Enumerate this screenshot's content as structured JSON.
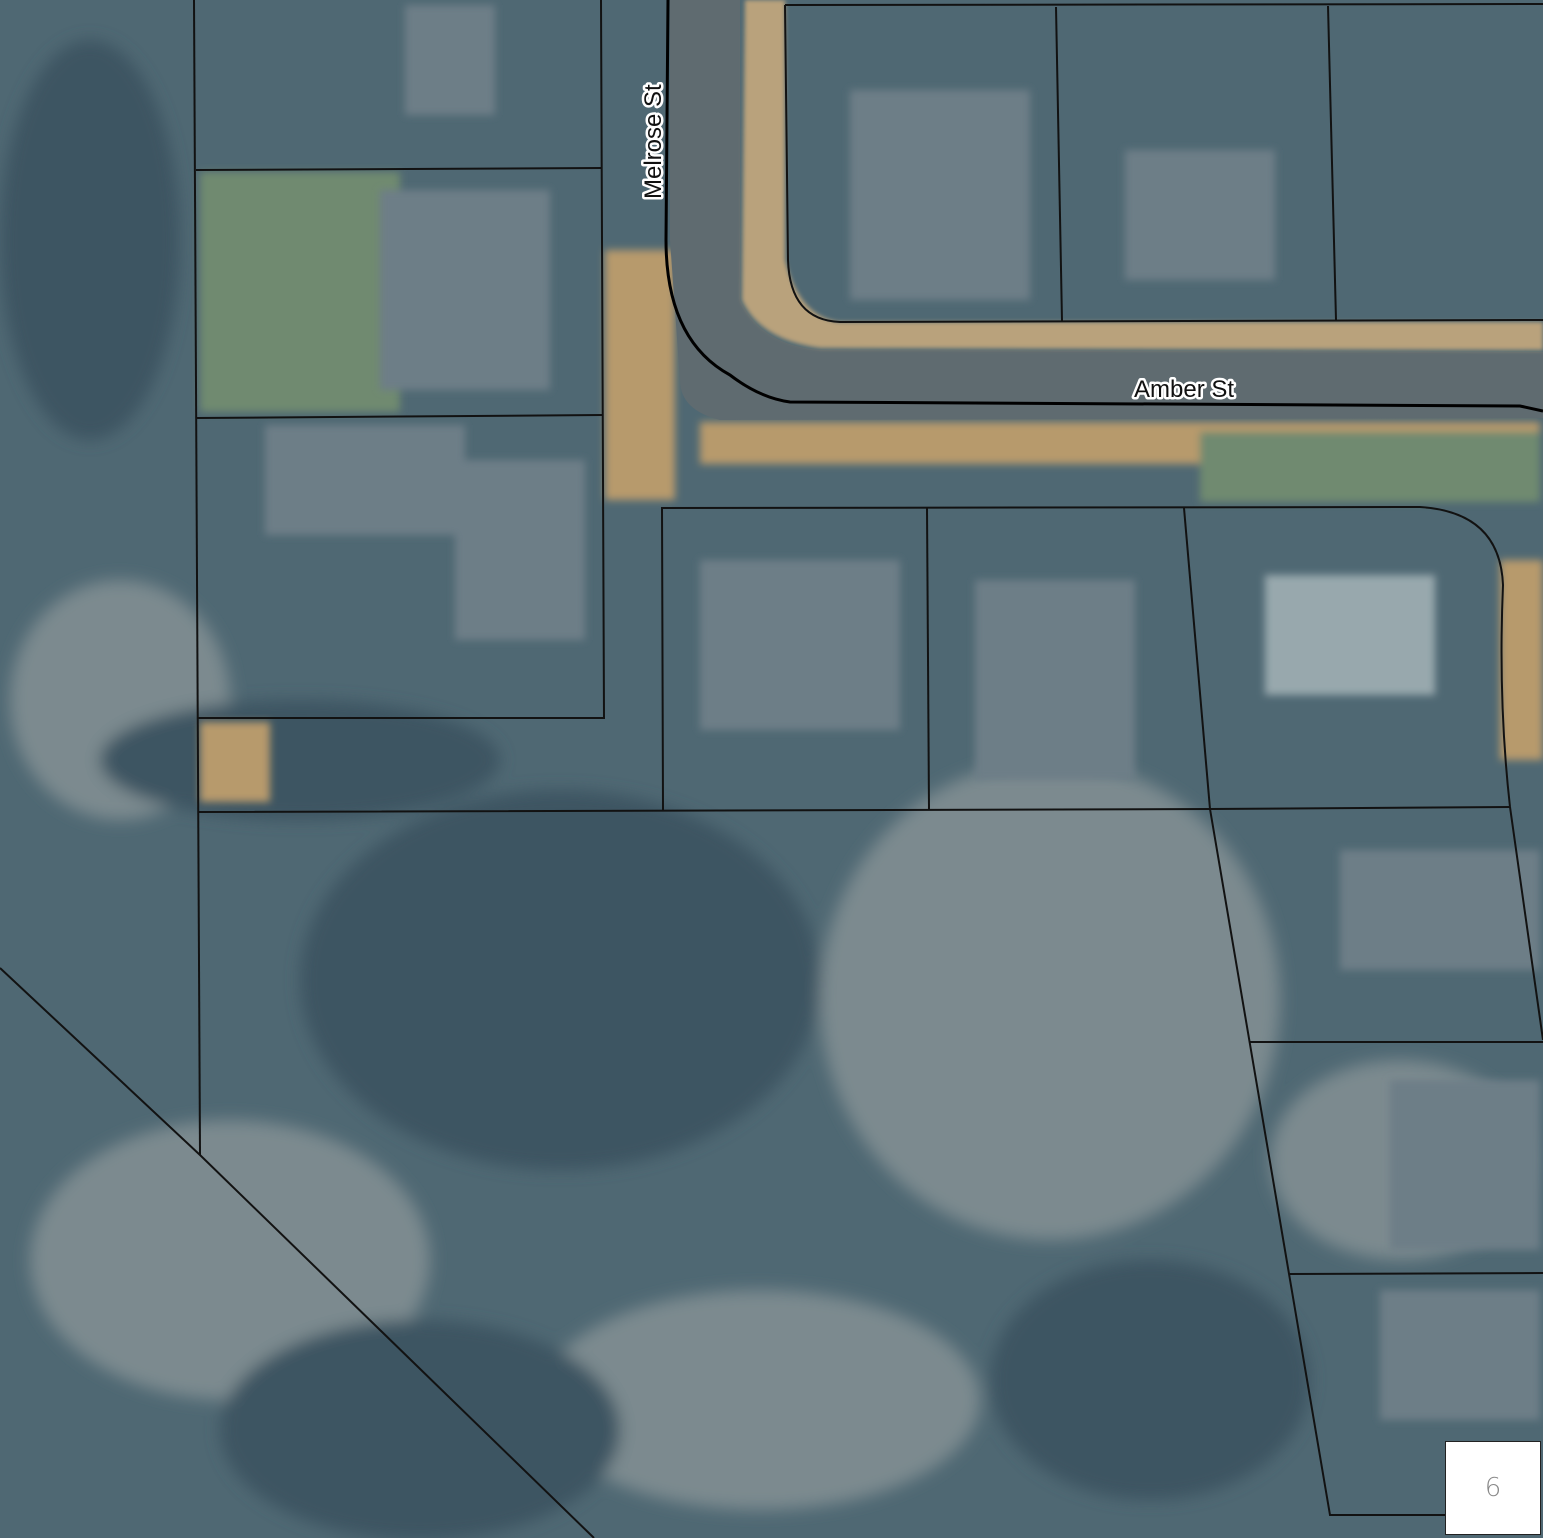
{
  "map": {
    "imagery": "aerial",
    "colors": {
      "forest": "#4f6873",
      "forest_dark": "#3e5562",
      "clearing": "#7c8a8f",
      "road": "#5f6b70",
      "road_shoulder": "#b9a27c",
      "dry_grass": "#b79a6c",
      "parcel_line": "#121212",
      "roof": "#6d7e87"
    },
    "streets": [
      {
        "id": "melrose",
        "label": "Melrose St"
      },
      {
        "id": "amber",
        "label": "Amber St"
      }
    ]
  },
  "page_indicator": {
    "value": "6"
  }
}
